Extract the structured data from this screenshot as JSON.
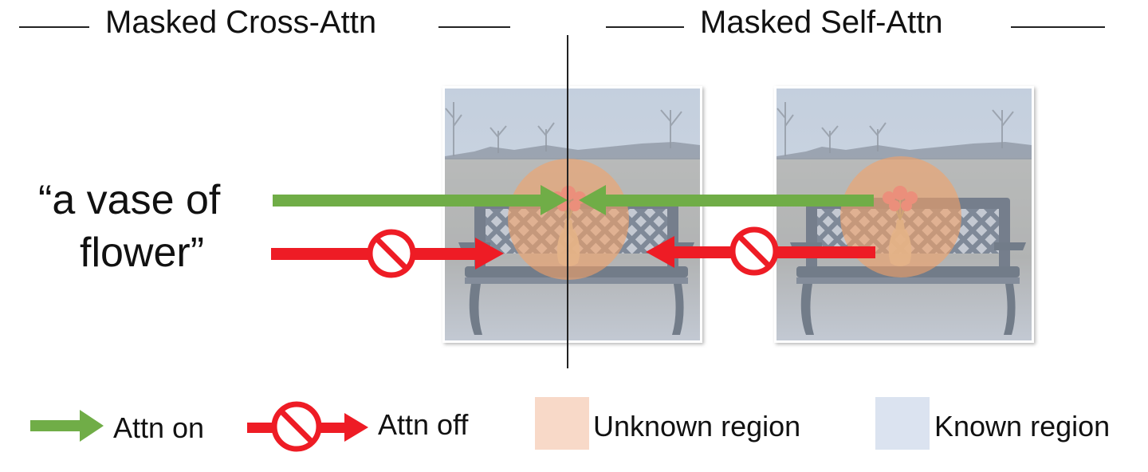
{
  "header": {
    "left_title": "Masked Cross-Attn",
    "right_title": "Masked Self-Attn"
  },
  "prompt": {
    "line1": "“a vase of",
    "line2": "flower”"
  },
  "legend": {
    "attn_on": "Attn on",
    "attn_off": "Attn off",
    "unknown_region": "Unknown region",
    "known_region": "Known region"
  },
  "colors": {
    "attn_on": "#70ad47",
    "attn_off": "#ee1c25",
    "unknown_region": "#f8d9c8",
    "known_region": "#dbe3f0"
  }
}
